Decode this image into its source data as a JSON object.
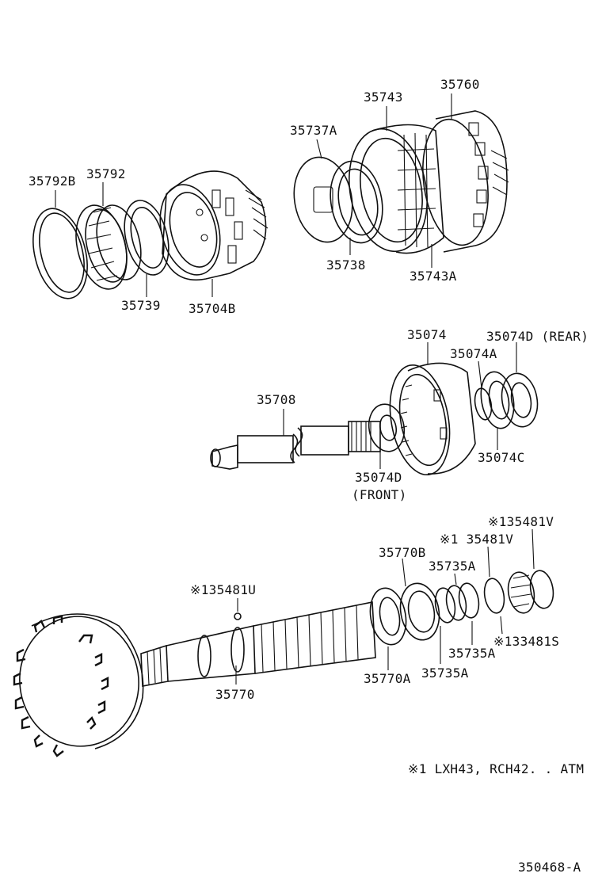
{
  "labels": {
    "p35792B": "35792B",
    "p35792": "35792",
    "p35739": "35739",
    "p35704B": "35704B",
    "p35737A": "35737A",
    "p35743": "35743",
    "p35760": "35760",
    "p35738": "35738",
    "p35743A": "35743A",
    "p35074": "35074",
    "p35074D_rear": "35074D (REAR)",
    "p35074A": "35074A",
    "p35708": "35708",
    "p35074D_front": "35074D",
    "front_note": "(FRONT)",
    "p35074C": "35074C",
    "p135481V_top": "※135481V",
    "p135481V_mid": "※1 35481V",
    "p35770B": "35770B",
    "p35735A_top": "35735A",
    "p135481U": "※135481U",
    "p133481S": "※133481S",
    "p35735A_mid": "35735A",
    "p35735A_bot": "35735A",
    "p35770A": "35770A",
    "p35770": "35770",
    "footnote": "※1 LXH43, RCH42. . ATM",
    "diagram_id": "350468-A"
  }
}
